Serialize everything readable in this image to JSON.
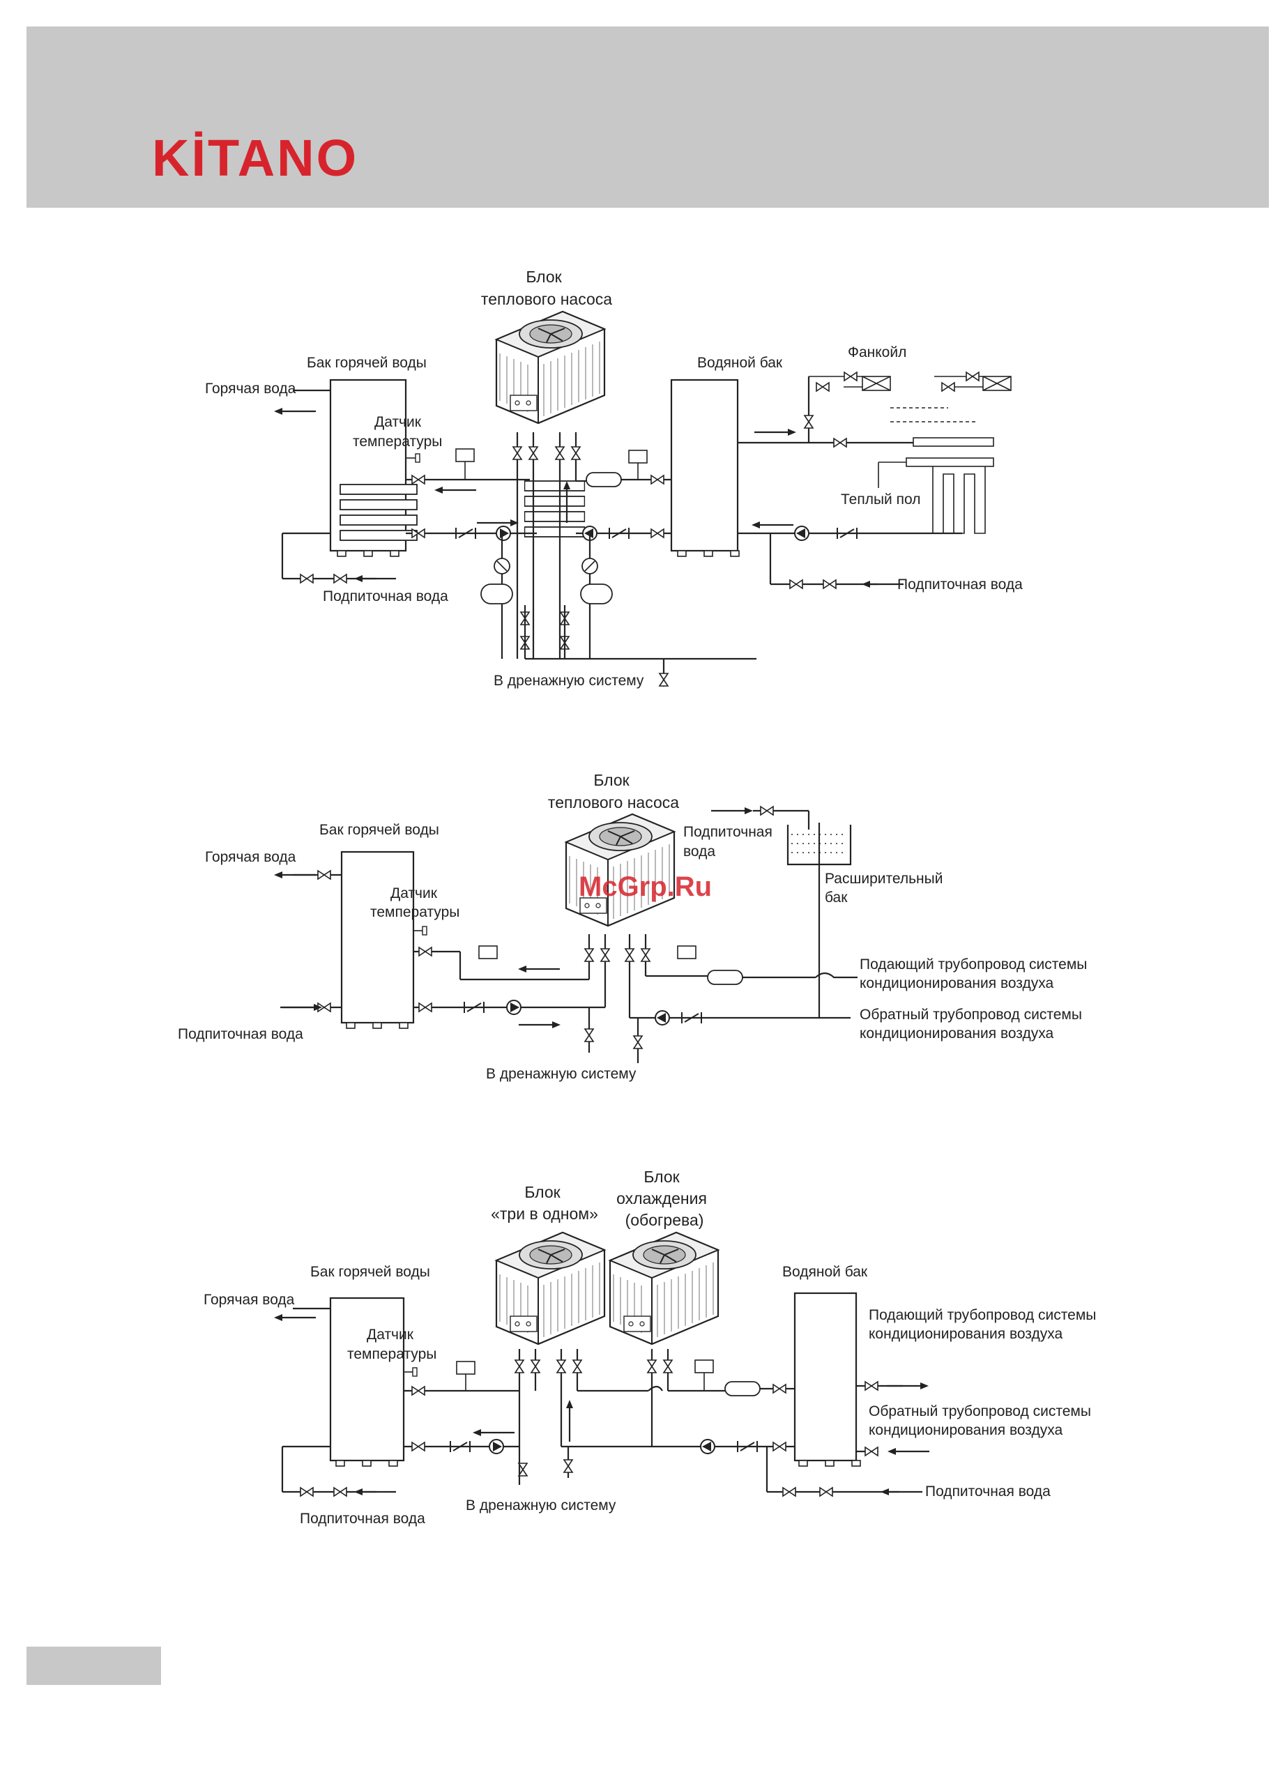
{
  "header": {
    "logo": "KİTANO"
  },
  "watermark": "McGrp.Ru",
  "diagram1": {
    "heat_pump_line1": "Блок",
    "heat_pump_line2": "теплового насоса",
    "hot_water_tank": "Бак горячей воды",
    "hot_water": "Горячая вода",
    "temp_sensor_line1": "Датчик",
    "temp_sensor_line2": "температуры",
    "makeup_water_left": "Подпиточная вода",
    "water_tank": "Водяной бак",
    "fancoil": "Фанкойл",
    "floor_heating": "Теплый пол",
    "makeup_water_right": "Подпиточная вода",
    "drain": "В дренажную систему"
  },
  "diagram2": {
    "heat_pump_line1": "Блок",
    "heat_pump_line2": "теплового насоса",
    "hot_water_tank": "Бак горячей воды",
    "hot_water": "Горячая вода",
    "temp_sensor_line1": "Датчик",
    "temp_sensor_line2": "температуры",
    "makeup_water_left": "Подпиточная вода",
    "makeup_water_top_line1": "Подпиточная",
    "makeup_water_top_line2": "вода",
    "expansion_tank_line1": "Расширительный",
    "expansion_tank_line2": "бак",
    "supply_line1": "Подающий трубопровод системы",
    "supply_line2": "кондиционирования воздуха",
    "return_line1": "Обратный трубопровод системы",
    "return_line2": "кондиционирования воздуха",
    "drain": "В дренажную систему"
  },
  "diagram3": {
    "three_in_one_line1": "Блок",
    "three_in_one_line2": "«три в одном»",
    "cooling_unit_line1": "Блок",
    "cooling_unit_line2": "охлаждения",
    "cooling_unit_line3": "(обогрева)",
    "hot_water_tank": "Бак горячей воды",
    "hot_water": "Горячая вода",
    "temp_sensor_line1": "Датчик",
    "temp_sensor_line2": "температуры",
    "water_tank": "Водяной бак",
    "supply_line1": "Подающий трубопровод системы",
    "supply_line2": "кондиционирования воздуха",
    "return_line1": "Обратный трубопровод системы",
    "return_line2": "кондиционирования воздуха",
    "makeup_water_left": "Подпиточная вода",
    "makeup_water_right": "Подпиточная вода",
    "drain": "В дренажную систему"
  }
}
